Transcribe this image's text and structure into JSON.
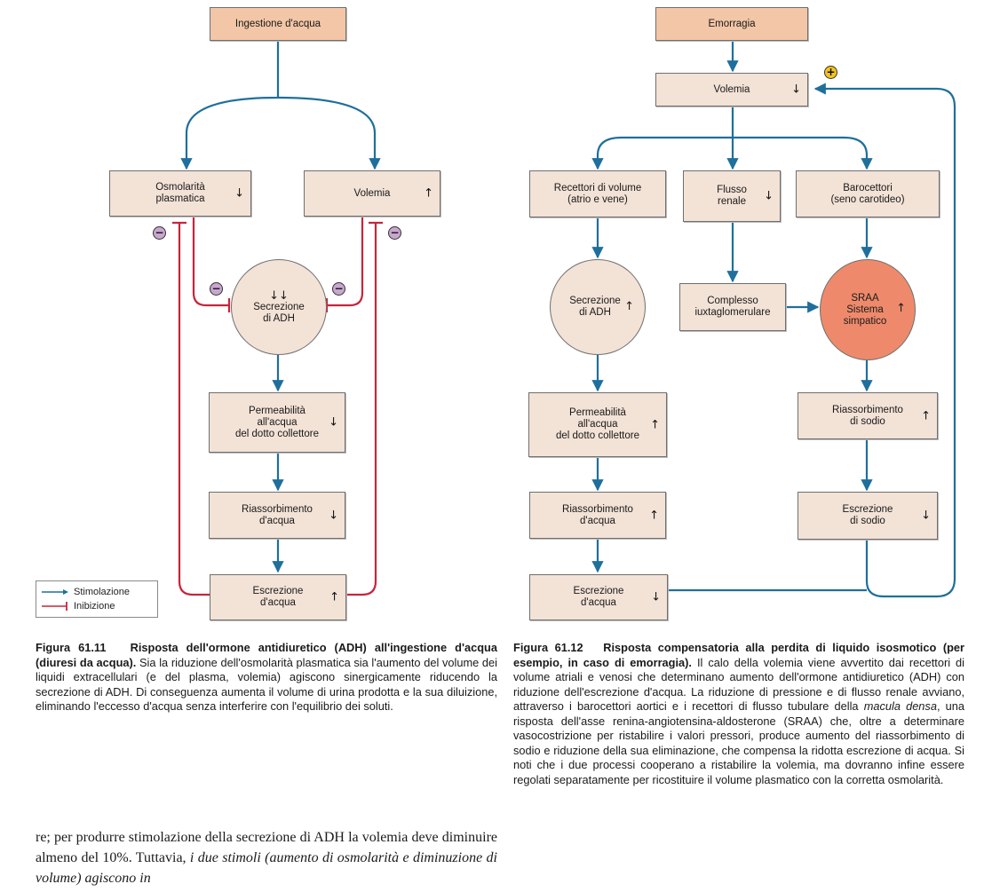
{
  "figure_left": {
    "boxes": {
      "ingestione": "Ingestione d'acqua",
      "osmolarita": "Osmolarità\nplasmatica",
      "volemia": "Volemia",
      "permeabilita": "Permeabilità\nall'acqua\ndel dotto collettore",
      "riassorbimento": "Riassorbimento\nd'acqua",
      "escrezione": "Escrezione\nd'acqua"
    },
    "arrows": {
      "osmolarita": "↓",
      "volemia": "↑",
      "adh": "↓↓",
      "permeabilita": "↓",
      "riassorbimento": "↓",
      "escrezione": "↑"
    },
    "circle": "Secrezione\ndi ADH",
    "legend": {
      "stimolazione": "Stimolazione",
      "inibizione": "Inibizione"
    },
    "caption": {
      "label": "Figura 61.11",
      "title": "Risposta dell'ormone antidiuretico (ADH) all'ingestione d'acqua (diuresi da acqua).",
      "text": "Sia la riduzione dell'osmolarità plasmatica sia l'aumento del volume dei liquidi extracellulari (e del plasma, volemia) agiscono sinergicamente riducendo la secrezione di ADH. Di conseguenza aumenta il volume di urina prodotta e la sua diluizione, eliminando l'eccesso d'acqua senza interferire con l'equilibrio dei soluti."
    }
  },
  "figure_right": {
    "boxes": {
      "emorragia": "Emorragia",
      "volemia": "Volemia",
      "recettori": "Recettori di volume\n(atrio e vene)",
      "flusso": "Flusso\nrenale",
      "barocettori": "Barocettori\n(seno carotideo)",
      "complesso": "Complesso\niuxtaglomerulare",
      "permeabilita": "Permeabilità\nall'acqua\ndel dotto collettore",
      "riassorbimento_acqua": "Riassorbimento\nd'acqua",
      "escrezione_acqua": "Escrezione\nd'acqua",
      "riassorbimento_sodio": "Riassorbimento\ndi sodio",
      "escrezione_sodio": "Escrezione\ndi sodio"
    },
    "arrows": {
      "volemia": "↓",
      "flusso": "↓",
      "adh": "↑",
      "sraa": "↑",
      "permeabilita": "↑",
      "riassorbimento_acqua": "↑",
      "escrezione_acqua": "↓",
      "riassorbimento_sodio": "↑",
      "escrezione_sodio": "↓"
    },
    "circle_adh": "Secrezione\ndi ADH",
    "circle_sraa": "SRAA\nSistema\nsimpatico",
    "caption": {
      "label": "Figura 61.12",
      "title": "Risposta compensatoria alla perdita di liquido isosmotico (per esempio, in caso di emorragia).",
      "text_a": "Il calo della volemia viene avvertito dai recettori di volume atriali e venosi che determinano aumento dell'ormone antidiuretico (ADH) con riduzione dell'escrezione d'acqua. La riduzione di pressione e di flusso renale avviano, attraverso i barocettori aortici e i recettori di flusso tubulare della",
      "text_italic": "macula densa",
      "text_b": ", una risposta dell'asse renina-angiotensina-aldosterone (SRAA) che, oltre a determinare vasocostrizione per ristabilire i valori pressori, produce aumento del riassorbimento di sodio e riduzione della sua eliminazione, che compensa la ridotta escrezione di acqua. Si noti che i due processi cooperano a ristabilire la volemia, ma dovranno infine essere regolati separatamente per ricostituire il volume plasmatico con la corretta osmolarità."
    }
  },
  "signs": {
    "minus": "−",
    "plus": "+"
  },
  "body_text": {
    "normal": "re; per produrre stimolazione della secrezione di ADH la volemia deve diminuire almeno del 10%. Tuttavia,",
    "italic": "i due stimoli (aumento di osmolarità e diminuzione di volume) agiscono in"
  },
  "colors": {
    "stimulation": "#1f6f9c",
    "inhibition": "#c8243a",
    "box_fill": "#f3e2d6",
    "top_box_fill": "#f2c6a6",
    "sraa_fill": "#ee8a6b",
    "minus_sign": "#c9a6cf",
    "plus_sign": "#f4c41a"
  }
}
